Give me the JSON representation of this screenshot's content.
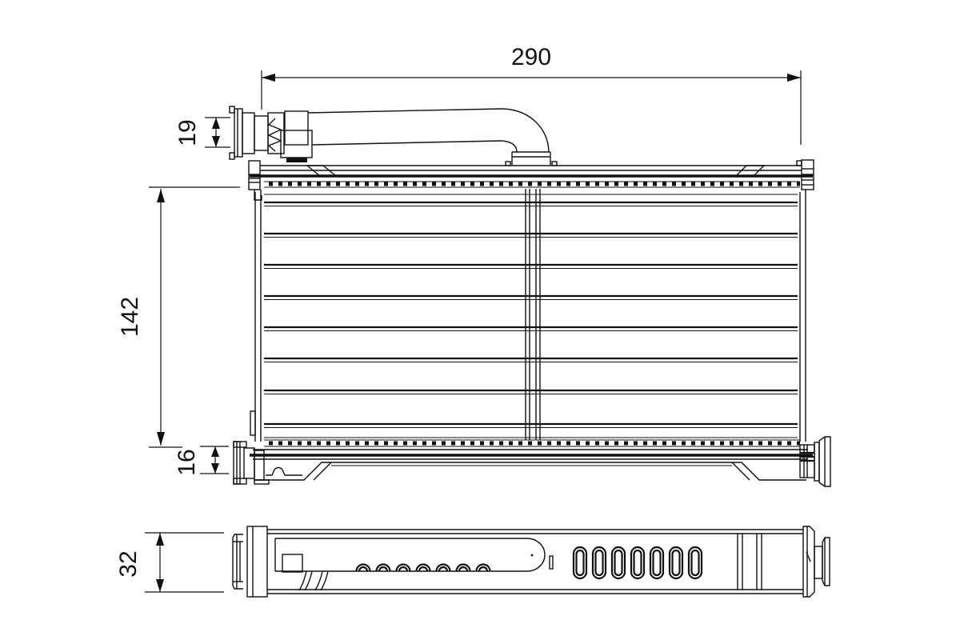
{
  "colors": {
    "background": "#ffffff",
    "line": "#111111"
  },
  "dimensions": {
    "overall_width": "290",
    "inlet_height": "19",
    "core_height": "142",
    "bottom_tank_height": "16",
    "depth": "32"
  }
}
